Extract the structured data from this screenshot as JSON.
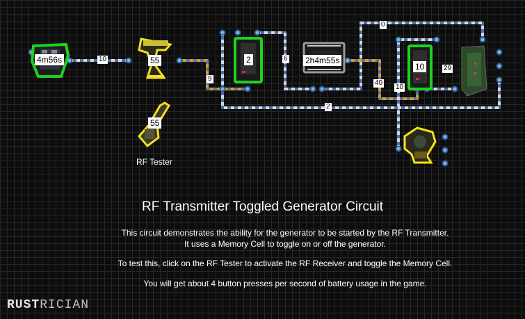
{
  "devices": {
    "battery": {
      "value": "4m56s"
    },
    "rf_transmitter": {
      "value": "55"
    },
    "rf_tester": {
      "value": "55",
      "caption": "RF Tester"
    },
    "memory_cell": {
      "value": "2"
    },
    "generator": {
      "value": "2h4m55s"
    },
    "switch": {
      "value": "10"
    }
  },
  "wires": {
    "w1": "10",
    "w2": "9",
    "w3": "6",
    "w4": "0",
    "w5": "40",
    "w6": "10",
    "w7": "29",
    "w8": "2"
  },
  "text": {
    "title": "RF Transmitter Toggled Generator Circuit",
    "line1": "This circuit demonstrates the ability for the generator to be started by the RF Transmitter.",
    "line2": "It uses a Memory Cell to toggle on or off the generator.",
    "line3": "To test this, click on the RF Tester to activate the RF Receiver and toggle the Memory Cell.",
    "line4": "You will get about 4 button presses per second of battery usage in the game."
  },
  "logo": {
    "bold": "RUST",
    "thin": "RICIAN"
  },
  "colors": {
    "selected_green": "#1fd11f",
    "selected_yellow": "#f2e21c",
    "wire_blue": "#4a6fa8",
    "wire_orange": "#e09a1f"
  }
}
